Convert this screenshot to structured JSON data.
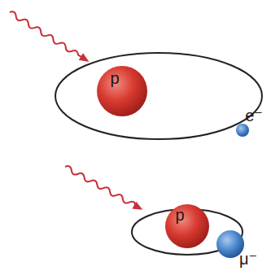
{
  "diagram": {
    "labels": [
      "p",
      "e⁻",
      "p",
      "μ⁻"
    ]
  }
}
